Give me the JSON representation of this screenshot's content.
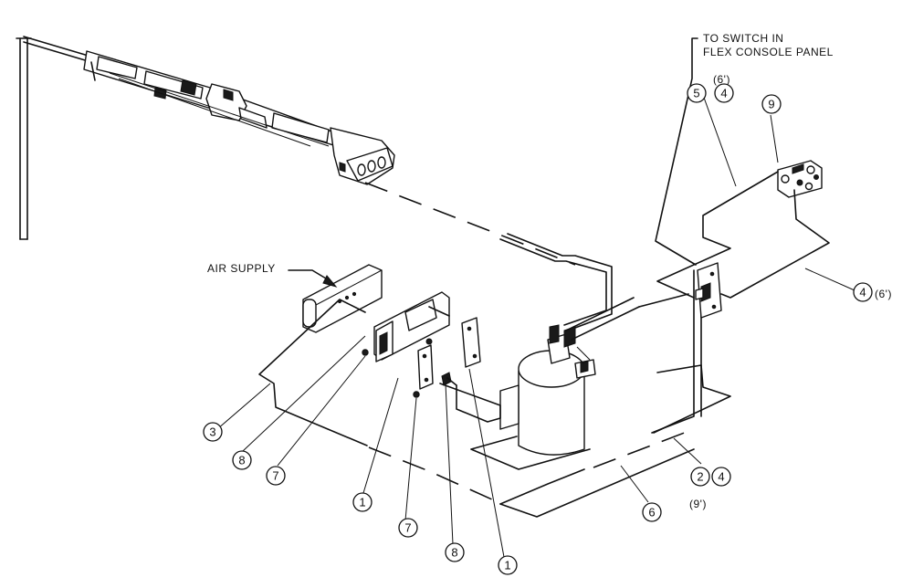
{
  "notes": {
    "switch_line1": "TO SWITCH IN",
    "switch_line2": "FLEX CONSOLE PANEL",
    "air_supply": "AIR SUPPLY"
  },
  "lengths": {
    "len_6ft_top": "(6')",
    "len_6ft_right": "(6')",
    "len_9ft": "(9')"
  },
  "balloons": {
    "b5": "5",
    "b4_top": "4",
    "b9": "9",
    "b4_right": "4",
    "b3": "3",
    "b8_left": "8",
    "b7_left": "7",
    "b1_left": "1",
    "b7_bottom": "7",
    "b8_bottom": "8",
    "b1_right": "1",
    "b6": "6",
    "b2": "2",
    "b4_bottom": "4"
  }
}
